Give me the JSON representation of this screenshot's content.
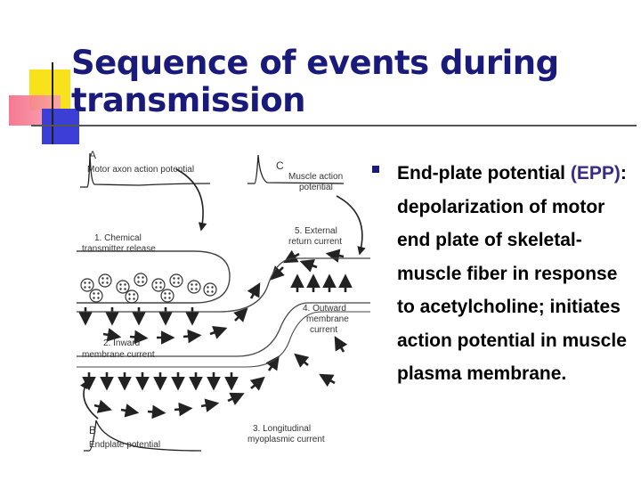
{
  "slide": {
    "title_line1": "Sequence of events during",
    "title_line2": "transmission",
    "bullet": {
      "part1": "End-plate potential ",
      "part2": "(EPP)",
      "part3": ": depolarization of motor end plate of skeletal-muscle fiber in response to acetylcholine; initiates action potential in muscle plasma membrane."
    },
    "colors": {
      "title": "#1a1a7a",
      "bullet_marker": "#1a1a7a"
    }
  },
  "figure": {
    "panel_a": "A",
    "panel_a_label": "Motor axon action potential",
    "panel_c": "C",
    "panel_c_label_1": "Muscle action",
    "panel_c_label_2": "potential",
    "step1_1": "1. Chemical",
    "step1_2": "transmitter release",
    "step5_1": "5. External",
    "step5_2": "return current",
    "step4_1": "4. Outward",
    "step4_2": "membrane",
    "step4_3": "current",
    "step2_1": "2. Inward",
    "step2_2": "membrane current",
    "panel_b": "B",
    "panel_b_label": "Endplate potential",
    "step3_1": "3. Longitudinal",
    "step3_2": "myoplasmic current"
  }
}
